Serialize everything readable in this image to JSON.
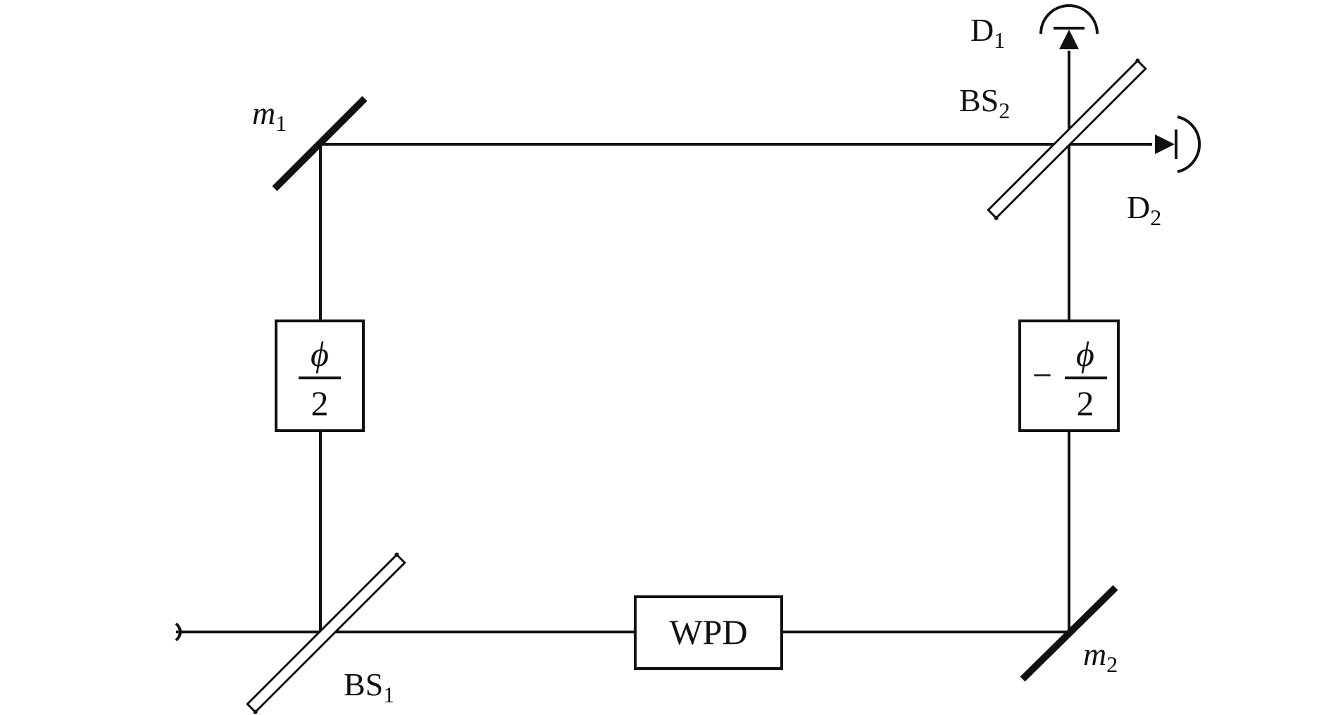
{
  "diagram": {
    "labels": {
      "m1": {
        "main": "m",
        "sub": "1"
      },
      "m2": {
        "main": "m",
        "sub": "2"
      },
      "bs1": {
        "main": "BS",
        "sub": "1"
      },
      "bs2": {
        "main": "BS",
        "sub": "2"
      },
      "d1": {
        "main": "D",
        "sub": "1"
      },
      "d2": {
        "main": "D",
        "sub": "2"
      },
      "phase_left": {
        "numerator": "ϕ",
        "denominator": "2"
      },
      "phase_right": {
        "sign": "−",
        "numerator": "ϕ",
        "denominator": "2"
      },
      "wpd": "WPD"
    },
    "colors": {
      "ink": "#111111",
      "background": "#ffffff"
    }
  }
}
